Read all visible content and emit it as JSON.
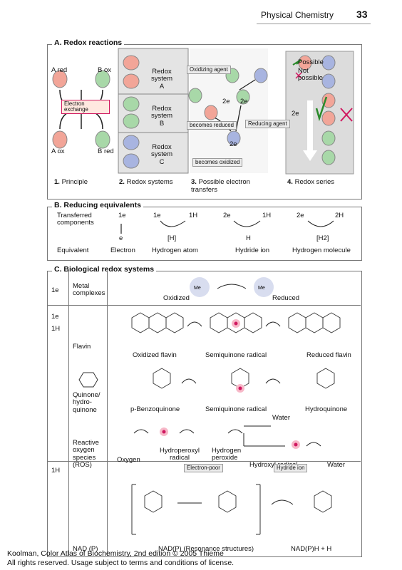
{
  "header": {
    "title": "Physical Chemistry",
    "page": "33"
  },
  "sectionA": {
    "title": "A. Redox reactions",
    "principle": {
      "a_red": "A red",
      "b_ox": "B ox",
      "a_ox": "A ox",
      "b_red": "B red",
      "exchange": "Electron exchange",
      "caption_num": "1.",
      "caption": "Principle"
    },
    "systems": {
      "items": [
        "Redox system A",
        "Redox system B",
        "Redox system C"
      ],
      "caption_num": "2.",
      "caption": "Redox systems"
    },
    "possible": {
      "oxidizing": "Oxidizing agent",
      "becomes_reduced": "becomes reduced",
      "reducing": "Reducing agent",
      "becomes_oxidized": "becomes oxidized",
      "e1": "2e",
      "e2": "2e",
      "e3": "2e",
      "caption_num": "3.",
      "caption": "Possible electron transfers"
    },
    "series": {
      "possible": "Possible",
      "not_possible": "Not possible",
      "e": "2e",
      "caption_num": "4.",
      "caption": "Redox series"
    }
  },
  "sectionB": {
    "title": "B. Reducing equivalents",
    "row1_label": "Transferred components",
    "row2_label": "Equivalent",
    "columns": [
      {
        "top": "1e",
        "bottom": "e",
        "name": "Electron"
      },
      {
        "top": "1e",
        "top2": "1H",
        "bottom": "[H]",
        "name": "Hydrogen atom"
      },
      {
        "top": "2e",
        "top2": "1H",
        "bottom": "H",
        "name": "Hydride ion"
      },
      {
        "top": "2e",
        "top2": "2H",
        "bottom": "[H2]",
        "name": "Hydrogen molecule"
      }
    ]
  },
  "sectionC": {
    "title": "C. Biological redox systems",
    "metal": {
      "eq": "1e",
      "name": "Metal complexes",
      "ox": "Oxidized",
      "red": "Reduced",
      "me_ox": "Me",
      "me_red": "Me"
    },
    "eqs": {
      "e1": "1e",
      "h1": "1H",
      "h2": "1H"
    },
    "flavin": {
      "name": "Flavin",
      "labels": [
        "Oxidized flavin",
        "Semiquinone radical",
        "Reduced flavin"
      ]
    },
    "quinone": {
      "name": "Quinone/ hydro- quinone",
      "labels": [
        "p-Benzoquinone",
        "Semiquinone radical",
        "Hydroquinone"
      ]
    },
    "ros": {
      "name": "Reactive oxygen species (ROS)",
      "labels": [
        "Oxygen",
        "Hydroperoxyl radical",
        "Hydrogen peroxide",
        "Hydroxyl radical",
        "Water",
        "Water"
      ]
    },
    "nad": {
      "name": "NAD (P)",
      "electron_poor": "Electron-poor",
      "hydride_ion": "Hydride ion",
      "label_mid": "NAD(P) (Resonance structures)",
      "label_right": "NAD(P)H + H"
    }
  },
  "footer": {
    "line1": "Koolman, Color Atlas of Biochemistry, 2nd edition © 2005 Thieme",
    "line2": "All rights reserved. Usage subject to terms and conditions of license."
  },
  "colors": {
    "red_system": "#f2a598",
    "green_system": "#a8d8a8",
    "blue_system": "#a8b4e0",
    "callout": "#ececec"
  }
}
